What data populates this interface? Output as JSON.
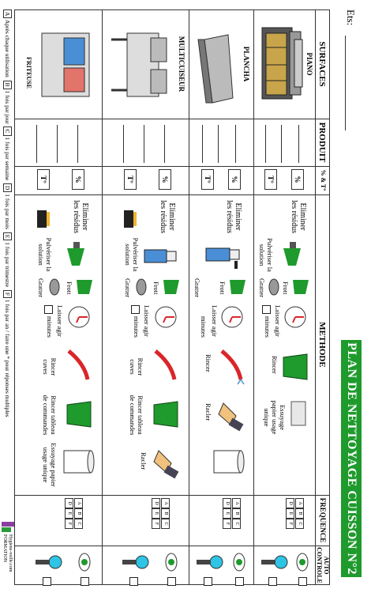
{
  "etab_label": "Ets:",
  "title": "PLAN DE NETTOYAGE CUISSON  N°2",
  "headers": {
    "surfaces": "SURFACES",
    "produit": "PRODUIT",
    "pct": "% & T°",
    "methode": "METHODE",
    "frequence": "FREQUENCE",
    "auto": "AUTO CONTROLE"
  },
  "rows": [
    {
      "surface": "PIANO",
      "steps": [
        "Eliminer les résidus",
        "Pulvériser la solution",
        "Frott",
        "Gratter",
        "Laisser agir",
        "minutes",
        "Rincer",
        "Essuyage papier usage unique"
      ]
    },
    {
      "surface": "PLANCHA",
      "steps": [
        "Eliminer les résidus",
        "Frott",
        "Gratter",
        "Laisser agir",
        "minutes",
        "Rincer",
        "Racler"
      ]
    },
    {
      "surface": "MULTICUISEUR",
      "steps": [
        "Eliminer les résidus",
        "Pulvériser la solution",
        "Frott",
        "Gratter",
        "Laisser agir",
        "minutes",
        "Rincer cuves",
        "Rincer tableau de commandes",
        "Racler"
      ]
    },
    {
      "surface": "FRITEUSE",
      "steps": [
        "Eliminer les résidus",
        "Pulvériser la solution",
        "Frott",
        "Gratter",
        "Laisser agir",
        "minutes",
        "Rincer cuves",
        "Rincer tableau de commandes",
        "Essuyage papier usage unique"
      ]
    }
  ],
  "pct_label": "%",
  "temp_label": "T°",
  "freq_letters": [
    "A",
    "B",
    "C",
    "D",
    "E",
    "F"
  ],
  "legend": [
    {
      "code": "A",
      "text": "Après chaque utilisation"
    },
    {
      "code": "B",
      "text": "1 fois par jour"
    },
    {
      "code": "C",
      "text": "1 fois par semaine"
    },
    {
      "code": "D",
      "text": "1 fois par mois"
    },
    {
      "code": "E",
      "text": "1 fois par trimestre"
    },
    {
      "code": "F",
      "text": "1 fois par an  / faire une * pour réponses multiples"
    }
  ],
  "logo_text": "Hygiene-veille.com FORMATION",
  "colors": {
    "green": "#1f9a2c",
    "red": "#d9262b",
    "blue": "#4a8fd6",
    "cyan": "#2ec4e6"
  }
}
